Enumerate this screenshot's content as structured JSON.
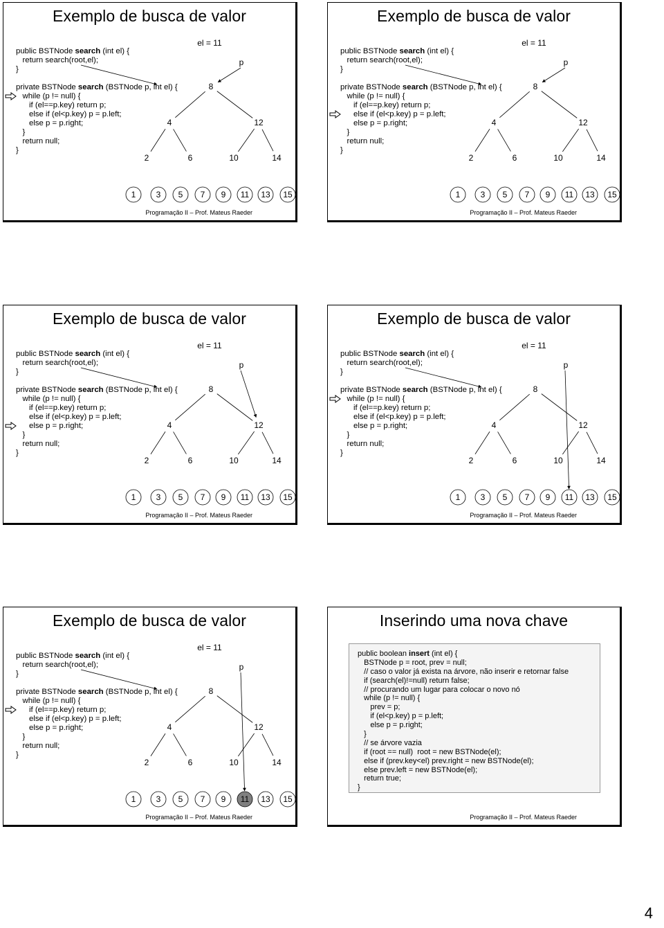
{
  "search_title": "Exemplo de busca de valor",
  "insert_title": "Inserindo uma nova chave",
  "footer": "Programação II – Prof. Mateus Raeder",
  "el_label": "el = 11",
  "p_label": "p",
  "page_number": "4",
  "search_code": [
    [
      {
        "t": "public BSTNode "
      },
      {
        "t": "search",
        "b": true
      },
      {
        "t": " (int el) {"
      }
    ],
    [
      {
        "t": "   return search(root,el);"
      }
    ],
    [
      {
        "t": "}"
      }
    ],
    [],
    [
      {
        "t": "private BSTNode "
      },
      {
        "t": "search",
        "b": true
      },
      {
        "t": " (BSTNode p, int el) {"
      }
    ],
    [
      {
        "t": "   while (p != null) {"
      }
    ],
    [
      {
        "t": "      if (el==p.key) return p;"
      }
    ],
    [
      {
        "t": "      else if (el<p.key) p = p.left;"
      }
    ],
    [
      {
        "t": "      else p = p.right;"
      }
    ],
    [
      {
        "t": "   }"
      }
    ],
    [
      {
        "t": "   return null;"
      }
    ],
    [
      {
        "t": "}"
      }
    ]
  ],
  "tree_nodes": [
    "8",
    "4",
    "12",
    "2",
    "6",
    "10",
    "14",
    "1",
    "3",
    "5",
    "7",
    "9",
    "11",
    "13",
    "15"
  ],
  "insert_code": [
    [
      {
        "t": "public boolean "
      },
      {
        "t": "insert",
        "b": true
      },
      {
        "t": " (int el) {"
      }
    ],
    [
      {
        "t": "   BSTNode p = root, prev = null;"
      }
    ],
    [
      {
        "t": "   // caso o valor já exista na árvore, não inserir e retornar false"
      }
    ],
    [
      {
        "t": "   if (search(el)!=null) return false;"
      }
    ],
    [
      {
        "t": "   // procurando um lugar para colocar o novo nó"
      }
    ],
    [
      {
        "t": "   while (p != null) {"
      }
    ],
    [
      {
        "t": "      prev = p;"
      }
    ],
    [
      {
        "t": "      if (el<p.key) p = p.left;"
      }
    ],
    [
      {
        "t": "      else p = p.right;"
      }
    ],
    [
      {
        "t": "   }"
      }
    ],
    [
      {
        "t": "   // se árvore vazia"
      }
    ],
    [
      {
        "t": "   if (root == null)  root = new BSTNode(el);"
      }
    ],
    [
      {
        "t": "   else if (prev.key<el) prev.right = new BSTNode(el);"
      }
    ],
    [
      {
        "t": "   else prev.left = new BSTNode(el);"
      }
    ],
    [
      {
        "t": "   return true;"
      }
    ],
    [
      {
        "t": "}"
      }
    ]
  ],
  "slides": [
    {
      "id": "slide-1",
      "arrow_line": 5,
      "p_target": "8",
      "highlight": ""
    },
    {
      "id": "slide-2",
      "arrow_line": 7,
      "p_target": "8",
      "highlight": ""
    },
    {
      "id": "slide-3",
      "arrow_line": 8,
      "p_target": "12",
      "highlight": ""
    },
    {
      "id": "slide-4",
      "arrow_line": 5,
      "p_target": "11",
      "highlight": ""
    },
    {
      "id": "slide-5",
      "arrow_line": 6,
      "p_target": "11",
      "highlight": "11"
    }
  ]
}
